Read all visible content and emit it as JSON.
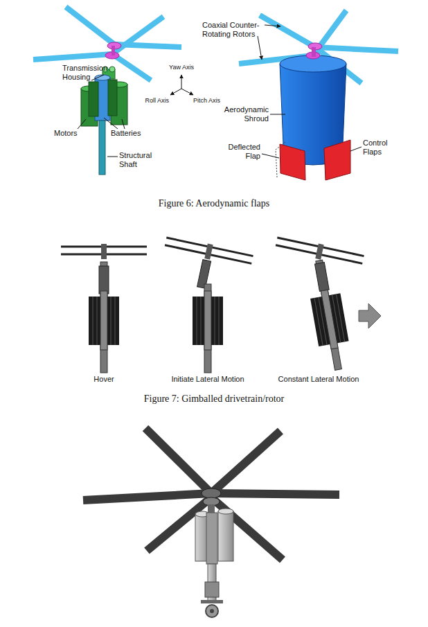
{
  "diagram": {
    "labels": [
      "Transmission Housing",
      "Yaw Axis",
      "Roll Axis",
      "Pitch Axis",
      "Coaxial Counter-Rotating Rotors",
      "Motors",
      "Batteries",
      "Aerodynamic Shroud",
      "Structural Shaft",
      "Deflected Flap",
      "Control Flaps",
      "Figure 6: Aerodynamic flaps",
      "Hover",
      "Initiate Lateral Motion",
      "Constant Lateral Motion",
      "Figure 7: Gimballed drivetrain/rotor"
    ]
  }
}
